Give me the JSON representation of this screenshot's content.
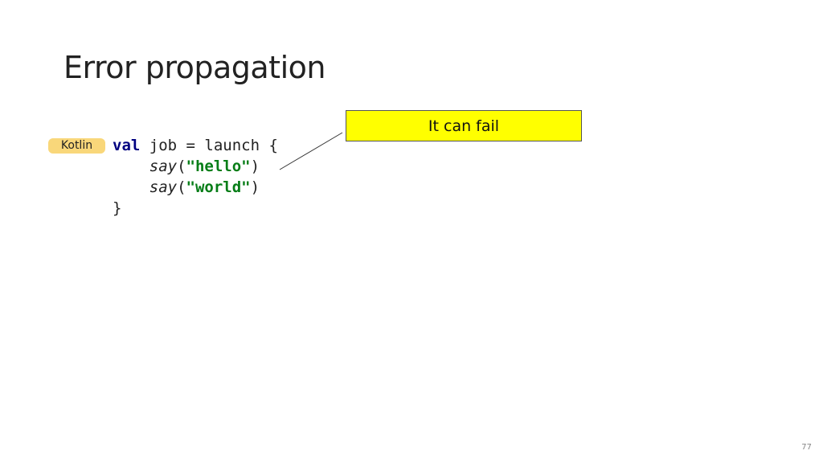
{
  "slide": {
    "title": "Error propagation",
    "page_number": "77"
  },
  "badge": {
    "label": "Kotlin",
    "color": "#f9d77a"
  },
  "code": {
    "line1": {
      "keyword": "val",
      "rest": " job = launch {"
    },
    "line2": {
      "indent": "    ",
      "fn": "say",
      "open": "(",
      "str": "\"hello\"",
      "close": ")"
    },
    "line3": {
      "indent": "    ",
      "fn": "say",
      "open": "(",
      "str": "\"world\"",
      "close": ")"
    },
    "line4": {
      "text": "}"
    }
  },
  "callout": {
    "text": "It can fail",
    "color": "#ffff00"
  }
}
